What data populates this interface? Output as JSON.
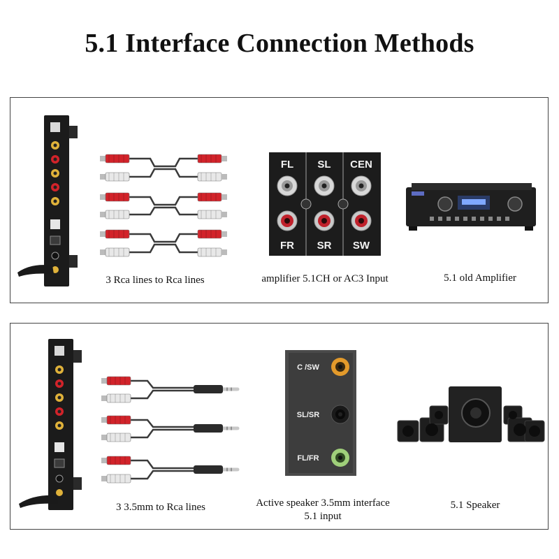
{
  "title": "5.1 Interface Connection Methods",
  "section1": {
    "captions": {
      "cable": "3 Rca lines to Rca lines",
      "panel": "amplifier 5.1CH or AC3 Input",
      "device": "5.1 old Amplifier"
    },
    "jack_labels_top": [
      "FL",
      "SL",
      "CEN"
    ],
    "jack_labels_bottom": [
      "FR",
      "SR",
      "SW"
    ]
  },
  "section2": {
    "captions": {
      "cable": "3 3.5mm to Rca lines",
      "panel_line1": "Active speaker 3.5mm interface",
      "panel_line2": "5.1 input",
      "device": "5.1 Speaker"
    },
    "jack_labels": [
      "C /SW",
      "SL/SR",
      "FL/FR"
    ]
  },
  "colors": {
    "rca_red": "#d2232a",
    "rca_white": "#e8e8e8",
    "panel_dark": "#1c1c1c",
    "jack_orange": "#e39a2b",
    "jack_green": "#9fcf7a"
  }
}
